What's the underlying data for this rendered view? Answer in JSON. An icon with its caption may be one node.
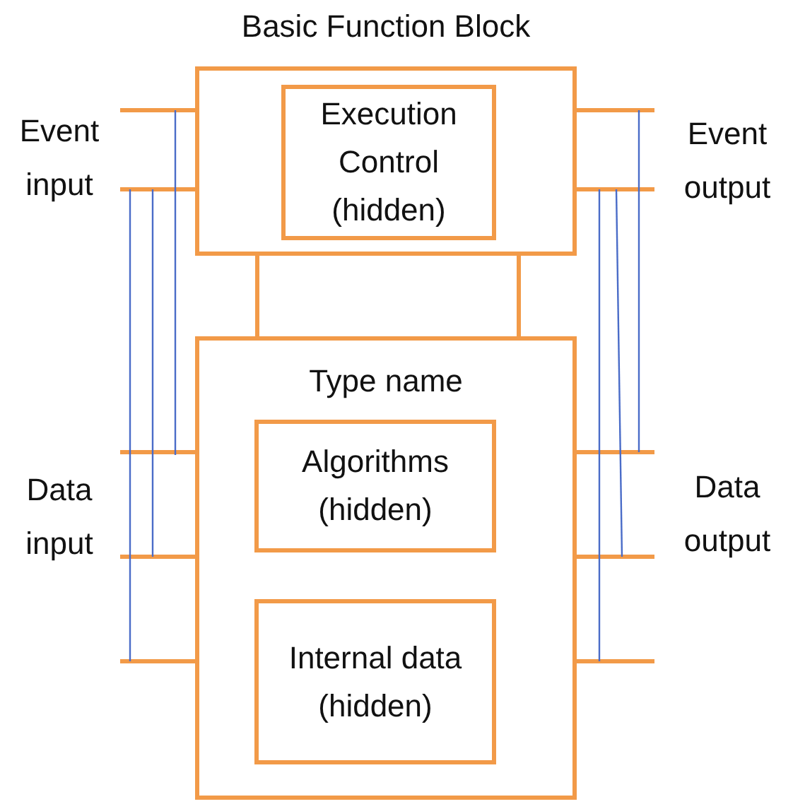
{
  "diagram": {
    "title": "Basic Function Block",
    "nodes": [
      {
        "text": [],
        "shape": "box"
      },
      {
        "text": [
          "Execution Control (hidden)"
        ],
        "in": 0
      },
      {
        "text": [
          "Type name"
        ]
      },
      {
        "text": [
          "Algorithms (hidden)"
        ],
        "in": 2
      },
      {
        "text": [
          "Internal data (hidden)"
        ],
        "in": 2
      }
    ],
    "edges": [
      {
        "from": 0,
        "to": 2,
        "arrow": "none"
      },
      {
        "from": 0,
        "to": 2,
        "arrow": "none"
      }
    ],
    "labels": [
      "Event input",
      "Event output",
      "Data input",
      "Data output"
    ]
  }
}
